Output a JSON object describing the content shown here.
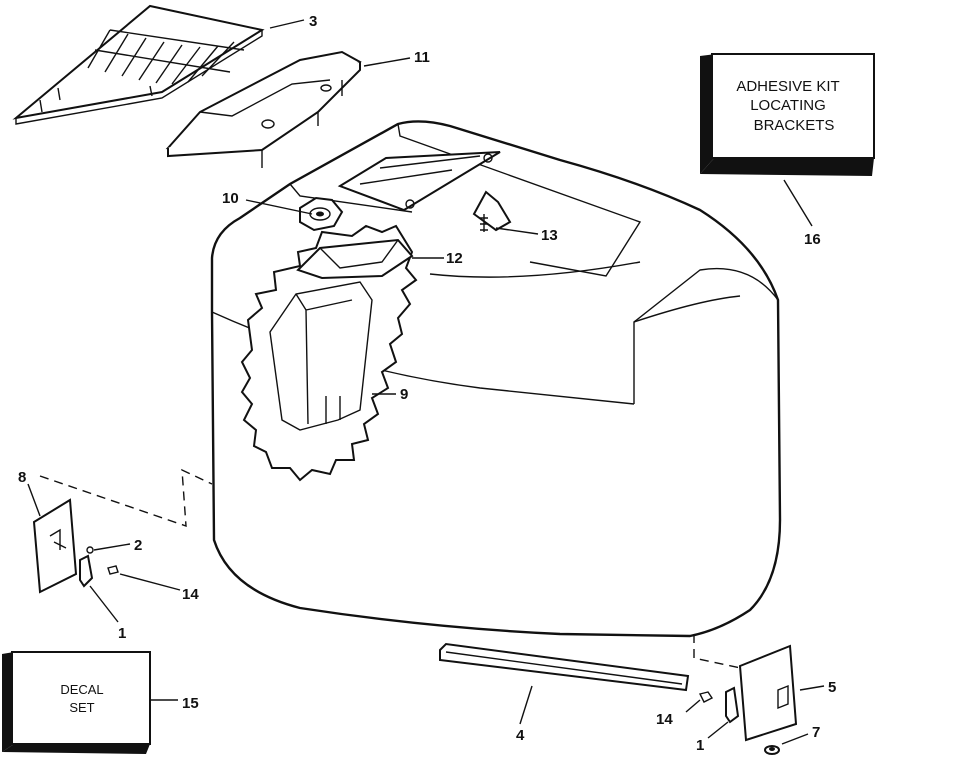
{
  "callouts": {
    "c1a": "1",
    "c1b": "1",
    "c2": "2",
    "c3": "3",
    "c4": "4",
    "c5": "5",
    "c7": "7",
    "c8": "8",
    "c9": "9",
    "c10": "10",
    "c11": "11",
    "c12": "12",
    "c13": "13",
    "c14a": "14",
    "c14b": "14",
    "c15": "15",
    "c16": "16"
  },
  "boxes": {
    "adhesive_kit": {
      "line1": "ADHESIVE KIT",
      "line2": "LOCATING",
      "line3": "BRACKETS"
    },
    "decal_set": {
      "line1": "DECAL",
      "line2": "SET"
    }
  }
}
